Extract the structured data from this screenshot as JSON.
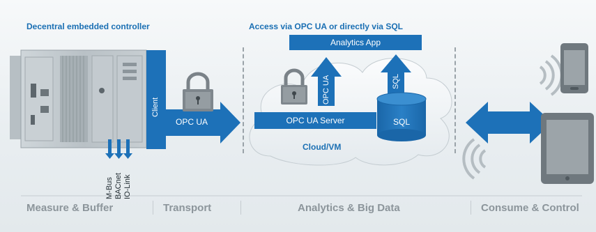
{
  "headings": {
    "left": "Decentral embedded controller",
    "center": "Access via OPC UA or directly via SQL"
  },
  "nodes": {
    "client": "Client",
    "opcua_transport": "OPC UA",
    "analytics_app": "Analytics App",
    "opcua_server": "OPC UA Server",
    "sql_db": "SQL",
    "cloud": "Cloud/VM",
    "arrow_opcua_up": "OPC UA",
    "arrow_sql_up": "SQL"
  },
  "fieldbus": [
    "M-Bus",
    "BACnet",
    "IO-Link"
  ],
  "footer": {
    "measure": "Measure & Buffer",
    "transport": "Transport",
    "analytics": "Analytics & Big Data",
    "consume": "Consume & Control"
  },
  "colors": {
    "accent": "#1d71b8",
    "heading": "#1a6fb3",
    "footer_text": "#8c959b"
  },
  "icons": [
    "lock-icon",
    "smartphone-icon",
    "tablet-icon",
    "wireless-signal-icon"
  ]
}
